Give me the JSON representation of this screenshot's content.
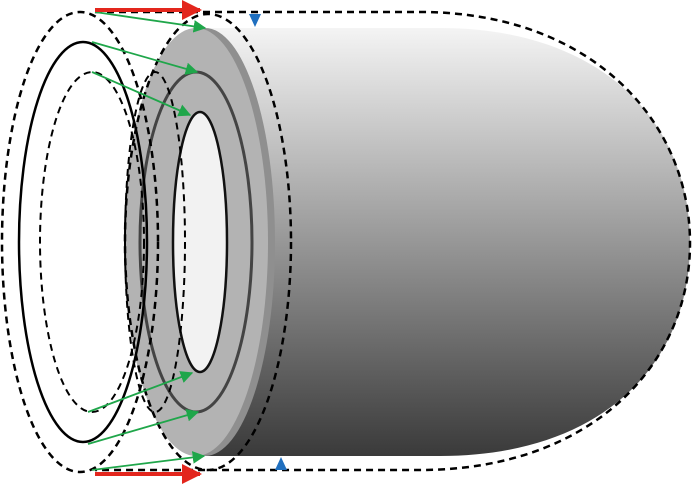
{
  "figure": {
    "colors": {
      "background": "#ffffff",
      "outline": "#000000",
      "body_gradient_top": "#f4f4f4",
      "body_gradient_bottom": "#3a3a3a",
      "front_ring": "#b3b3b3",
      "ring_shadow": "#8f8f8f",
      "inner_hole": "#f2f2f2",
      "green_arrow": "#1fa64a",
      "red_arrow": "#e3261d",
      "blue_marker": "#1f6fbf"
    },
    "elements": {
      "green_arrows": {
        "count": 6,
        "color_name": "green"
      },
      "red_arrows": {
        "count": 2,
        "color_name": "red"
      },
      "blue_markers": {
        "count": 2,
        "color_name": "blue"
      },
      "dashed_outline_rings": {
        "count": 3
      }
    }
  }
}
